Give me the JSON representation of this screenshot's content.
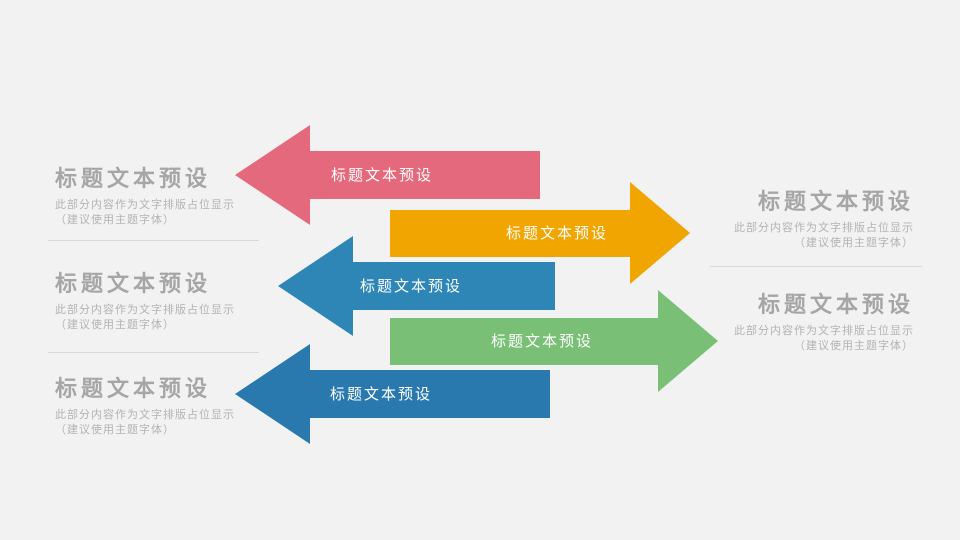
{
  "slide": {
    "background": "#f2f2f2"
  },
  "left_blocks": [
    {
      "title": "标题文本预设",
      "desc1": "此部分内容作为文字排版占位显示",
      "desc2": "（建议使用主题字体）"
    },
    {
      "title": "标题文本预设",
      "desc1": "此部分内容作为文字排版占位显示",
      "desc2": "（建议使用主题字体）"
    },
    {
      "title": "标题文本预设",
      "desc1": "此部分内容作为文字排版占位显示",
      "desc2": "（建议使用主题字体）"
    }
  ],
  "right_blocks": [
    {
      "title": "标题文本预设",
      "desc1": "此部分内容作为文字排版占位显示",
      "desc2": "（建议使用主题字体）"
    },
    {
      "title": "标题文本预设",
      "desc1": "此部分内容作为文字排版占位显示",
      "desc2": "（建议使用主题字体）"
    }
  ],
  "arrows": [
    {
      "label": "标题文本预设",
      "color": "#e5697c",
      "direction": "left"
    },
    {
      "label": "标题文本预设",
      "color": "#f0a500",
      "direction": "right"
    },
    {
      "label": "标题文本预设",
      "color": "#2e86b7",
      "direction": "left"
    },
    {
      "label": "标题文本预设",
      "color": "#79c076",
      "direction": "right"
    },
    {
      "label": "标题文本预设",
      "color": "#2979ae",
      "direction": "left"
    }
  ],
  "colors": {
    "title_gray": "#a6a6a6",
    "desc_gray": "#b3b3b3",
    "divider": "#d8d8d8",
    "arrow_label": "#ffffff"
  }
}
